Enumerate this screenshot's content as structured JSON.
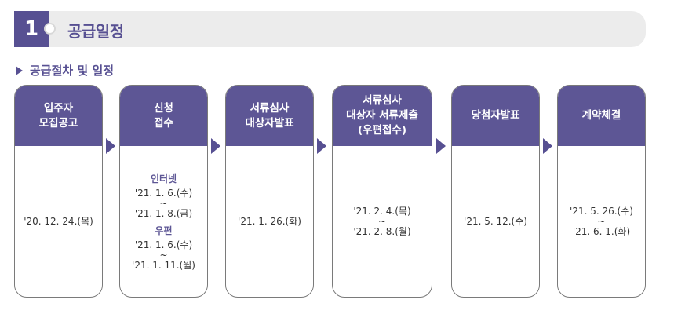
{
  "header": {
    "number": "1",
    "title": "공급일정"
  },
  "subheading": "공급절차 및 일정",
  "cards": [
    {
      "head": [
        "입주자",
        "모집공고"
      ],
      "date": "'20. 12. 24.(목)"
    },
    {
      "head": [
        "신청",
        "접수"
      ],
      "online_label": "인터넷",
      "online_from": "'21. 1. 6.(수)",
      "online_to": "'21. 1. 8.(금)",
      "mail_label": "우편",
      "mail_from": "'21. 1. 6.(수)",
      "mail_to": "'21. 1. 11.(월)",
      "tilde": "~"
    },
    {
      "head": [
        "서류심사",
        "대상자발표"
      ],
      "date": "'21. 1. 26.(화)"
    },
    {
      "head": [
        "서류심사",
        "대상자 서류제출",
        "(우편접수)"
      ],
      "from": "'21. 2. 4.(목)",
      "to": "'21. 2. 8.(월)",
      "tilde": "~"
    },
    {
      "head": [
        "당첨자발표"
      ],
      "date": "'21. 5. 12.(수)"
    },
    {
      "head": [
        "계약체결"
      ],
      "from": "'21. 5. 26.(수)",
      "to": "'21. 6. 1.(화)",
      "tilde": "~"
    }
  ],
  "colors": {
    "accent": "#575092",
    "card_head": "#5d5695",
    "header_bg": "#ececec"
  }
}
